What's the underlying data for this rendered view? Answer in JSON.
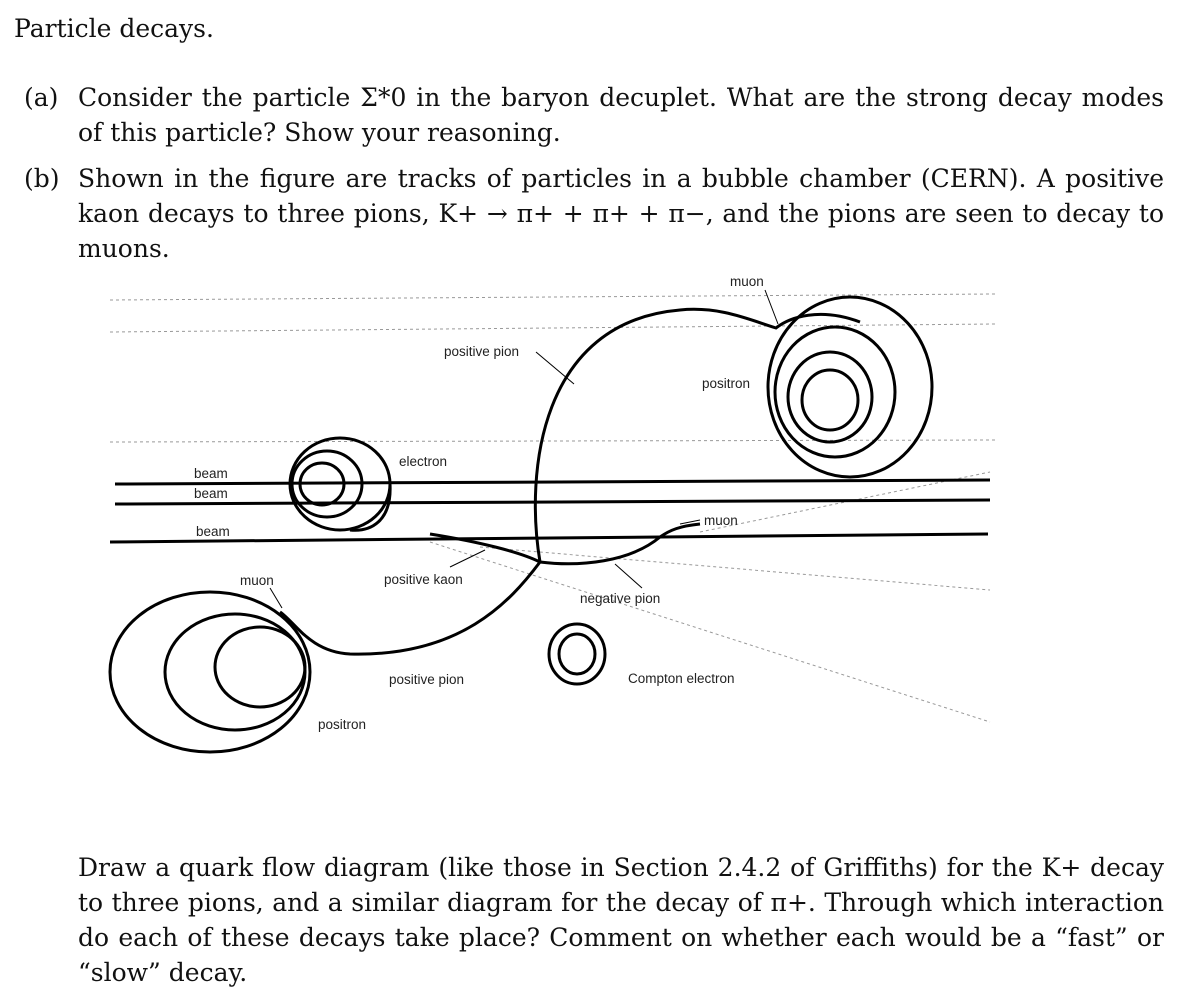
{
  "heading": "Particle decays.",
  "part_a": {
    "label": "(a)",
    "text": "Consider the particle Σ*0 in the baryon decuplet. What are the strong decay modes of this particle? Show your reasoning."
  },
  "part_b": {
    "label": "(b)",
    "text": "Shown in the figure are tracks of particles in a bubble chamber (CERN). A positive kaon decays to three pions, K+ → π+ + π+ + π−, and the pions are seen to decay to muons."
  },
  "figure": {
    "labels": {
      "muon_top": "muon",
      "positive_pion_top": "positive pion",
      "positron_right": "positron",
      "electron": "electron",
      "beam_1": "beam",
      "beam_2": "beam",
      "beam_3": "beam",
      "muon_mid": "muon",
      "muon_left": "muon",
      "positive_kaon": "positive kaon",
      "negative_pion": "negative pion",
      "positive_pion_bottom": "positive pion",
      "compton_electron": "Compton electron",
      "positron_left": "positron"
    }
  },
  "closing": "Draw a quark flow diagram (like those in Section 2.4.2 of Griffiths) for the K+ decay to three pions, and a similar diagram for the decay of π+. Through which interaction do each of these decays take place? Comment on whether each would be a “fast” or “slow” decay."
}
